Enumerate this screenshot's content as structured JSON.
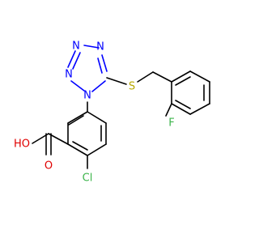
{
  "molecule": {
    "atoms": {
      "n1": "N",
      "n2": "N",
      "n3": "N",
      "n4": "N",
      "s": "S",
      "f": "F",
      "ho": "HO",
      "o": "O",
      "cl": "Cl"
    },
    "colors": {
      "carbon": "#000000",
      "nitrogen": "#0000ff",
      "oxygen": "#e00000",
      "sulfur": "#b8a800",
      "halogen": "#3cb44b"
    }
  }
}
